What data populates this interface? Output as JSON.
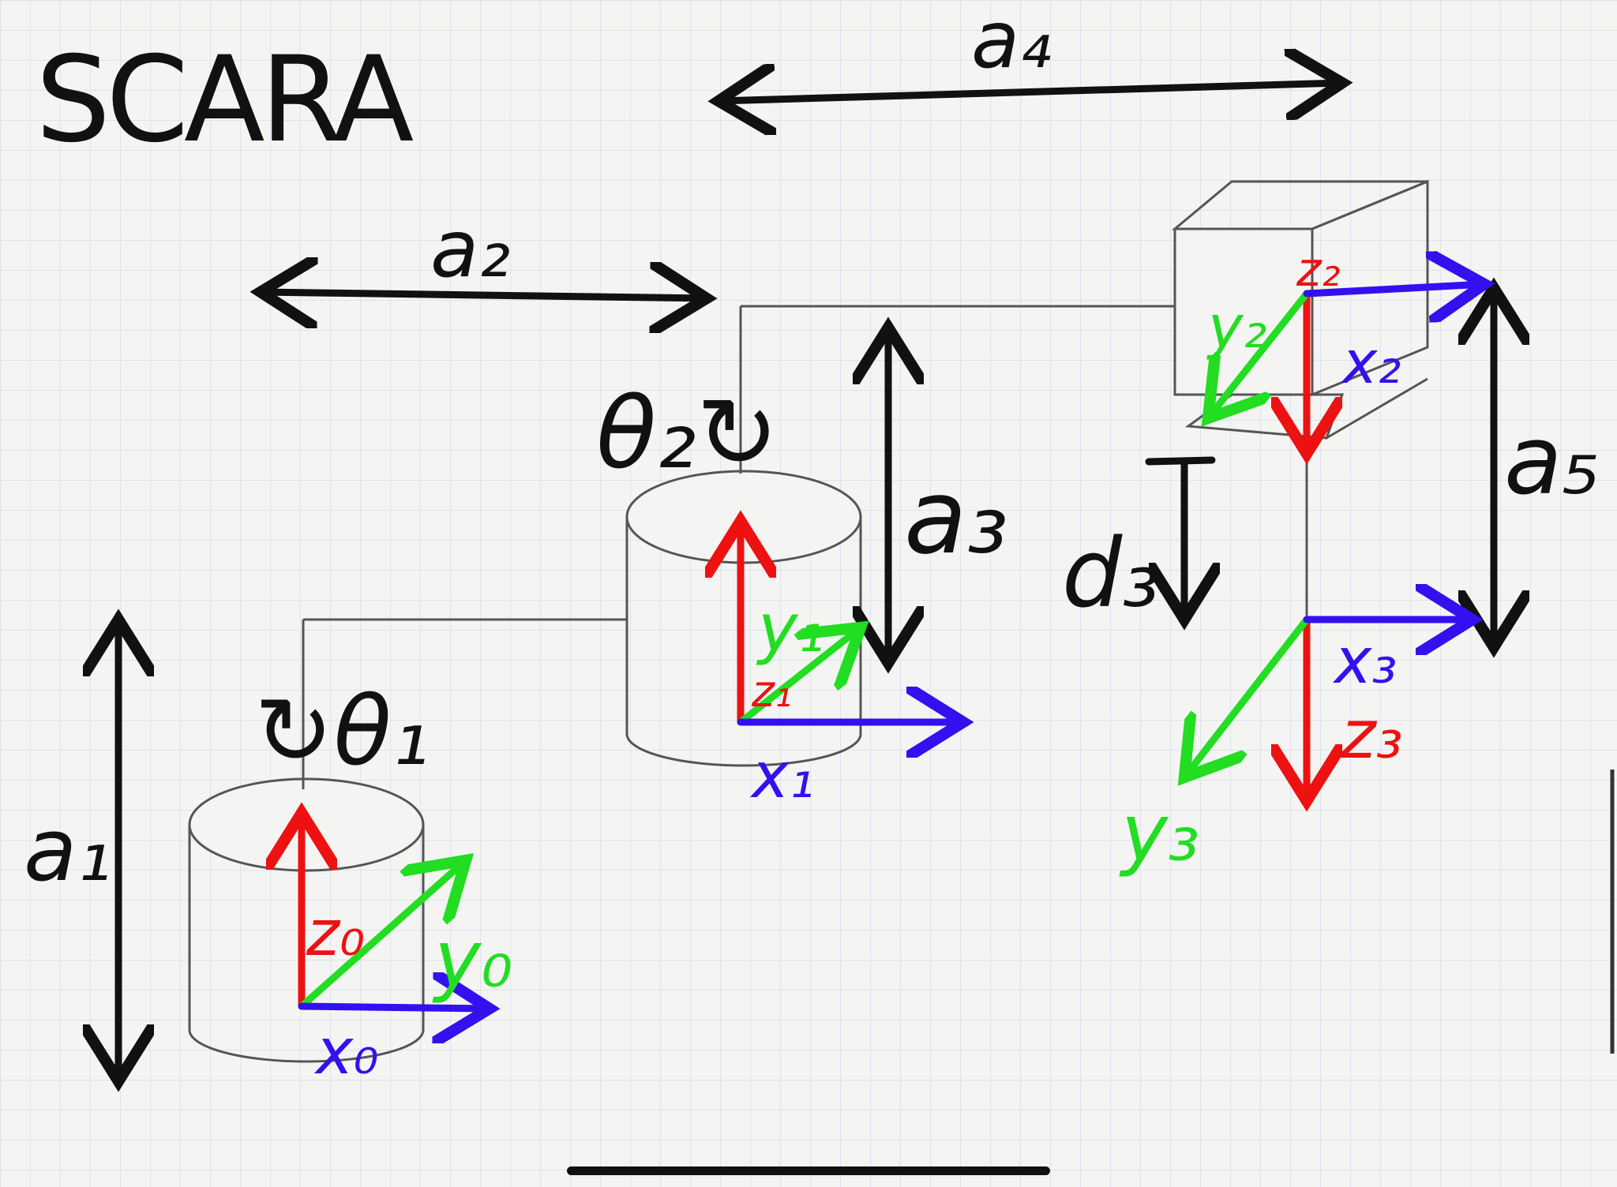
{
  "title": "SCARA",
  "colors": {
    "z_axis": "#ee1111",
    "y_axis": "#22dd22",
    "x_axis": "#3311ee",
    "ink": "#111111",
    "structure": "#555555",
    "grid": "#dde3ea",
    "background": "#f4f4f3"
  },
  "dimensions": {
    "a1": "a₁",
    "a2": "a₂",
    "a3": "a₃",
    "a4": "a₄",
    "a5": "a₅",
    "d3": "d₃"
  },
  "joints": {
    "theta1": "↻θ₁",
    "theta2": "θ₂↻"
  },
  "frames": {
    "frame0": {
      "z": "z₀",
      "y": "y₀",
      "x": "x₀"
    },
    "frame1": {
      "z": "z₁",
      "y": "y₁",
      "x": "x₁"
    },
    "frame2": {
      "z": "z₂",
      "y": "y₂",
      "x": "x₂"
    },
    "frame3": {
      "z": "z₃",
      "y": "y₃",
      "x": "x₃"
    }
  },
  "icons": [
    "rotation-arrow-icon",
    "double-arrow-icon"
  ]
}
